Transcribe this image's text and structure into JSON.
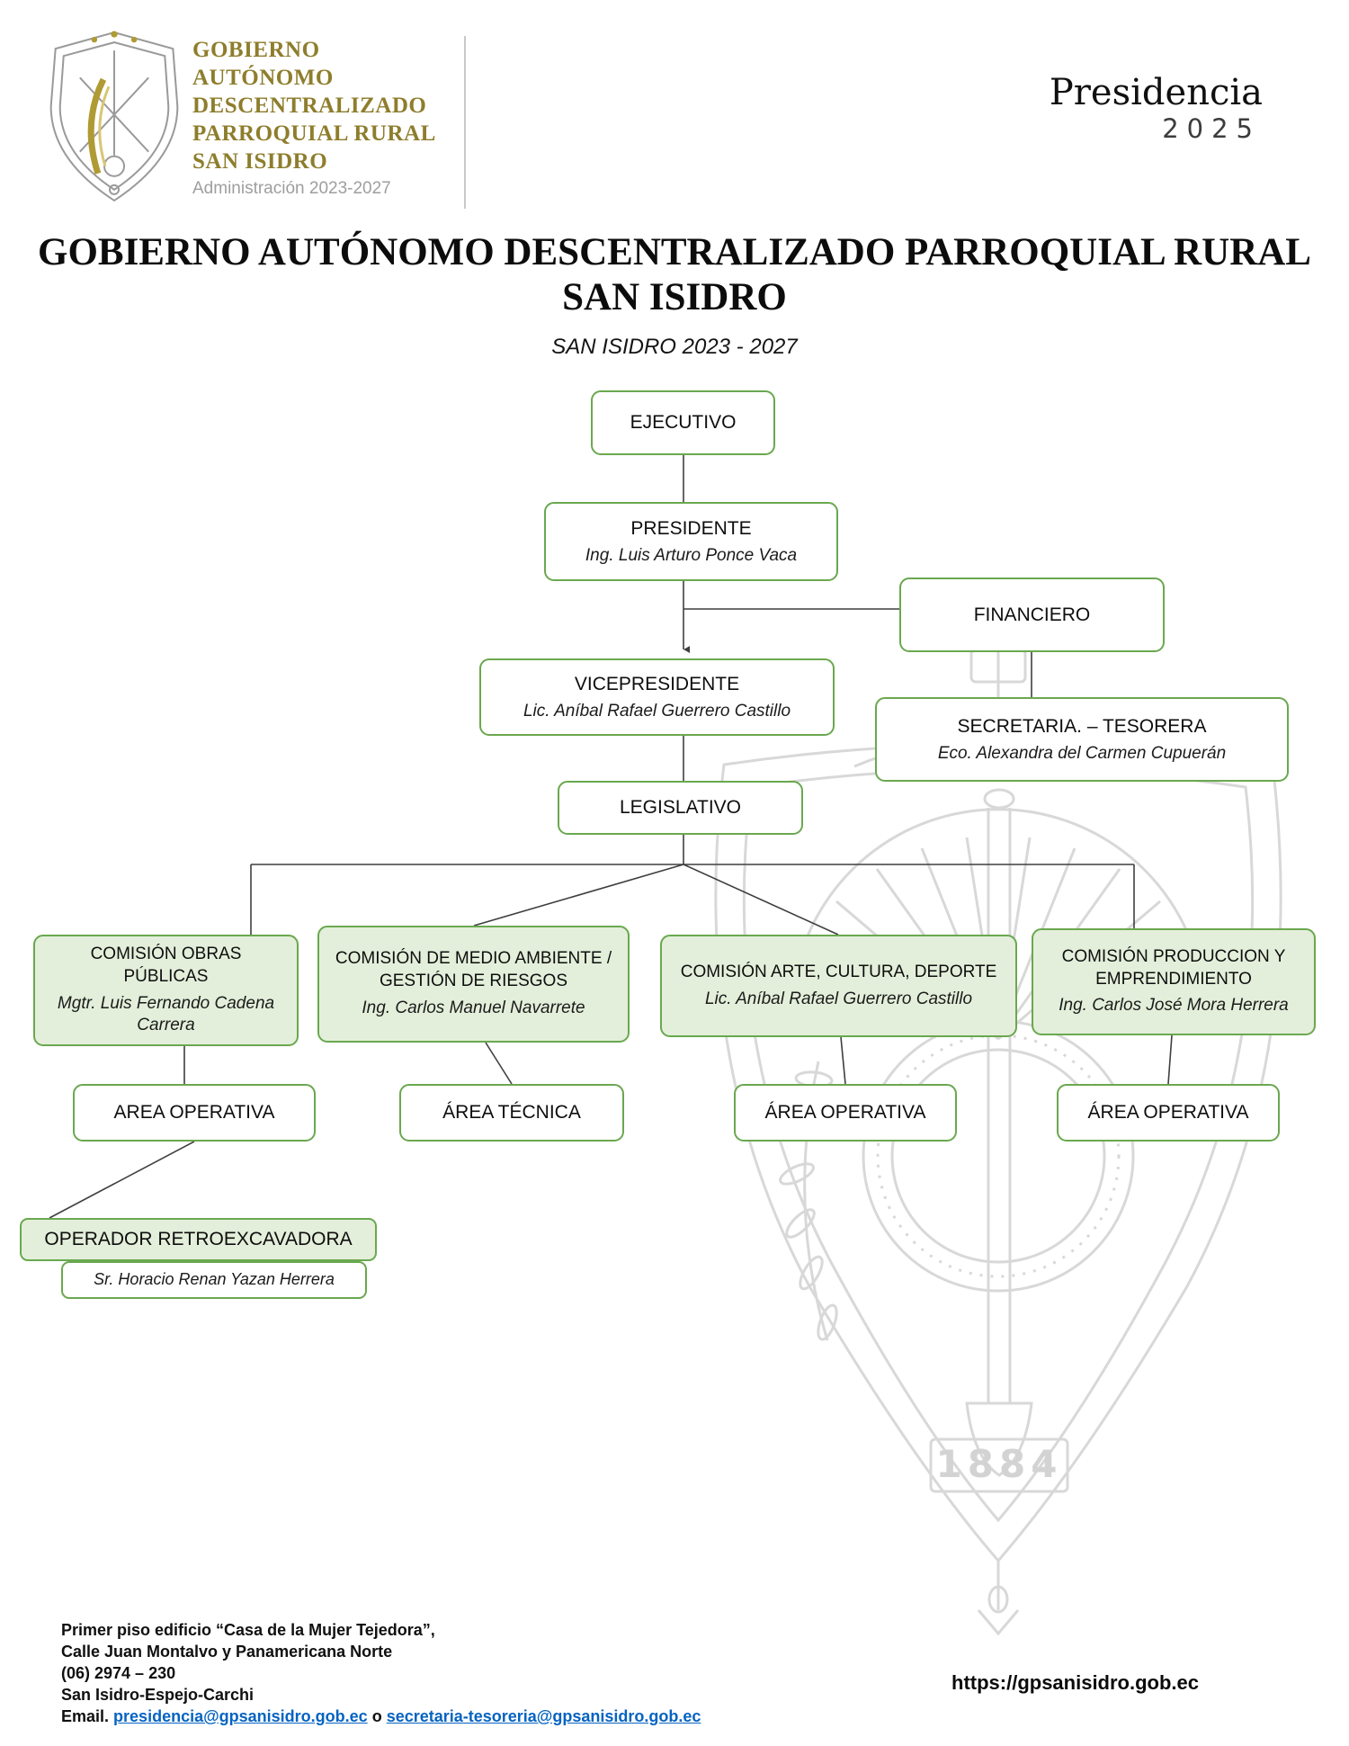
{
  "colors": {
    "green_border": "#6aa84f",
    "green_fill": "#e3efda",
    "link_blue": "#0563c1",
    "logo_gold": "#8e7d2c",
    "watermark_gray": "#d4d4d4"
  },
  "header": {
    "logo_lines": [
      "GOBIERNO",
      "AUTÓNOMO",
      "DESCENTRALIZADO",
      "PARROQUIAL RURAL",
      "SAN ISIDRO"
    ],
    "logo_subtitle": "Administración 2023-2027",
    "presidencia_title": "Presidencia",
    "presidencia_year": "2025"
  },
  "title": {
    "main_line1": "GOBIERNO AUTÓNOMO DESCENTRALIZADO PARROQUIAL RURAL",
    "main_line2": "SAN ISIDRO",
    "subtitle": "SAN ISIDRO 2023 - 2027"
  },
  "org": {
    "ejecutivo": {
      "title": "EJECUTIVO"
    },
    "presidente": {
      "title": "PRESIDENTE",
      "person": "Ing. Luis Arturo Ponce Vaca"
    },
    "financiero": {
      "title": "FINANCIERO"
    },
    "vicepresidente": {
      "title": "VICEPRESIDENTE",
      "person": "Lic. Aníbal Rafael Guerrero Castillo"
    },
    "secretaria_tesorera": {
      "title": "SECRETARIA. – TESORERA",
      "person": "Eco. Alexandra del Carmen Cupuerán"
    },
    "legislativo": {
      "title": "LEGISLATIVO"
    },
    "comision_obras_publicas": {
      "title": "COMISIÓN OBRAS PÚBLICAS",
      "person": "Mgtr. Luis Fernando Cadena Carrera"
    },
    "comision_medio_ambiente": {
      "title": "COMISIÓN DE MEDIO AMBIENTE / GESTIÓN DE RIESGOS",
      "person": "Ing. Carlos Manuel Navarrete"
    },
    "comision_arte_cultura": {
      "title": "COMISIÓN ARTE, CULTURA, DEPORTE",
      "person": "Lic. Aníbal Rafael Guerrero Castillo"
    },
    "comision_produccion": {
      "title": "COMISIÓN PRODUCCION Y EMPRENDIMIENTO",
      "person": "Ing. Carlos José Mora Herrera"
    },
    "area_operativa_obras": {
      "title": "AREA OPERATIVA"
    },
    "area_tecnica": {
      "title": "ÁREA TÉCNICA"
    },
    "area_operativa_arte": {
      "title": "ÁREA OPERATIVA"
    },
    "area_operativa_produccion": {
      "title": "ÁREA OPERATIVA"
    },
    "operador_retroexcavadora": {
      "title": "OPERADOR RETROEXCAVADORA",
      "person": "Sr. Horacio Renan Yazan Herrera"
    }
  },
  "watermark": {
    "year": "1884"
  },
  "footer": {
    "address_line1": "Primer piso edificio “Casa de la Mujer Tejedora”,",
    "address_line2": "Calle Juan Montalvo y Panamericana Norte",
    "phone": "(06) 2974 – 230",
    "location": "San Isidro-Espejo-Carchi",
    "email_label": "Email.",
    "email_primary": "presidencia@gpsanisidro.gob.ec",
    "email_separator": "o",
    "email_secondary": "secretaria-tesoreria@gpsanisidro.gob.ec",
    "website": "https://gpsanisidro.gob.ec"
  }
}
